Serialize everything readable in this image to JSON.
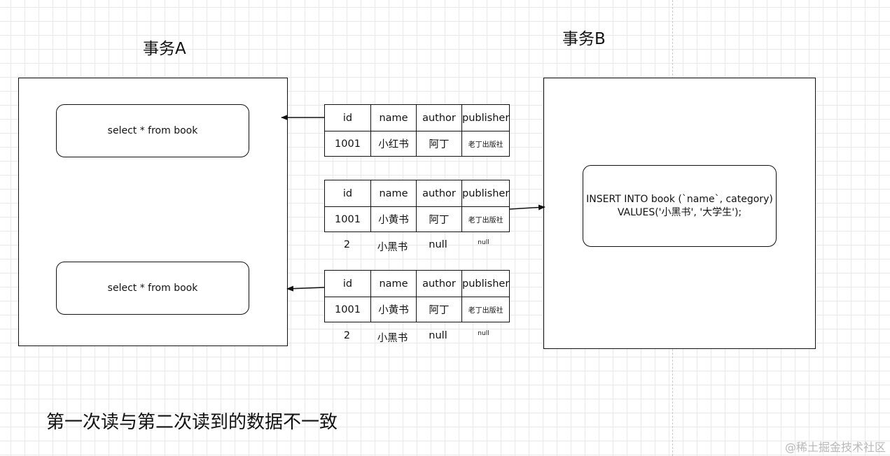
{
  "transactions": {
    "a_title": "事务A",
    "b_title": "事务B"
  },
  "queries": {
    "select_1": "select * from book",
    "select_2": "select * from book",
    "insert_line1": "INSERT INTO book (`name`, category)",
    "insert_line2": "VALUES('小黑书', '大学生');"
  },
  "tables": [
    {
      "headers": [
        "id",
        "name",
        "author",
        "publisher"
      ],
      "rows": [
        [
          "1001",
          "小红书",
          "阿丁",
          "老丁出版社"
        ]
      ],
      "extra_row": null
    },
    {
      "headers": [
        "id",
        "name",
        "author",
        "publisher"
      ],
      "rows": [
        [
          "1001",
          "小黄书",
          "阿丁",
          "老丁出版社"
        ]
      ],
      "extra_row": [
        "2",
        "小黑书",
        "null",
        "null"
      ]
    },
    {
      "headers": [
        "id",
        "name",
        "author",
        "publisher"
      ],
      "rows": [
        [
          "1001",
          "小黄书",
          "阿丁",
          "老丁出版社"
        ]
      ],
      "extra_row": [
        "2",
        "小黑书",
        "null",
        "null"
      ]
    }
  ],
  "footer_text": "第一次读与第二次读到的数据不一致",
  "watermark": "@稀土掘金技术社区",
  "colors": {
    "stroke": "#111111",
    "grid": "#e9e9e9",
    "watermark": "#b8b8b8"
  }
}
